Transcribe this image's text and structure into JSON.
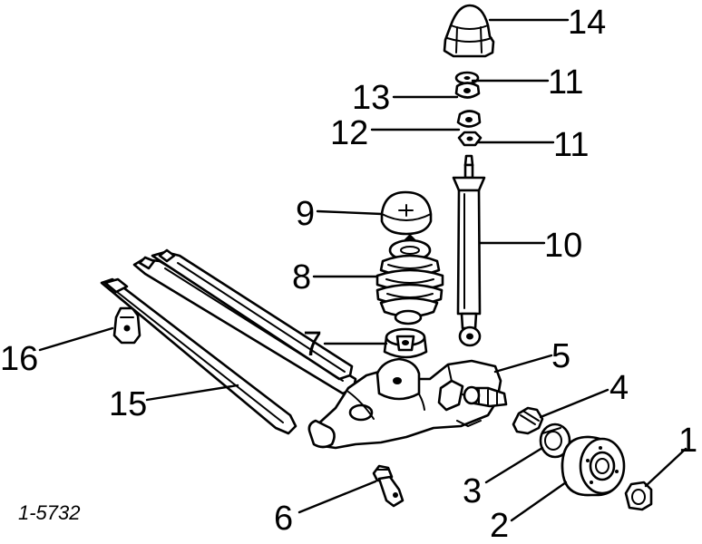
{
  "callouts": [
    {
      "id": "14",
      "label": "14"
    },
    {
      "id": "13",
      "label": "13"
    },
    {
      "id": "11a",
      "label": "11"
    },
    {
      "id": "12",
      "label": "12"
    },
    {
      "id": "11b",
      "label": "11"
    },
    {
      "id": "9",
      "label": "9"
    },
    {
      "id": "10",
      "label": "10"
    },
    {
      "id": "8",
      "label": "8"
    },
    {
      "id": "7",
      "label": "7"
    },
    {
      "id": "16",
      "label": "16"
    },
    {
      "id": "5",
      "label": "5"
    },
    {
      "id": "15",
      "label": "15"
    },
    {
      "id": "4",
      "label": "4"
    },
    {
      "id": "1",
      "label": "1"
    },
    {
      "id": "3",
      "label": "3"
    },
    {
      "id": "2",
      "label": "2"
    },
    {
      "id": "6",
      "label": "6"
    }
  ],
  "reference": "1-5732",
  "colors": {
    "ink": "#000000",
    "paper": "#ffffff"
  }
}
